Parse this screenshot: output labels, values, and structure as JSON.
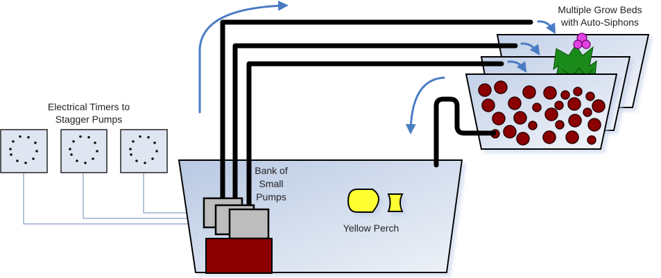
{
  "diagram": {
    "labels": {
      "timers_line1": "Electrical Timers to",
      "timers_line2": "Stagger Pumps",
      "pumps_line1": "Bank of",
      "pumps_line2": "Small",
      "pumps_line3": "Pumps",
      "fish": "Yellow Perch",
      "beds_line1": "Multiple Grow Beds",
      "beds_line2": "with Auto-Siphons"
    },
    "timer_count": 3,
    "pump_count": 3,
    "grow_bed_count": 3,
    "colors": {
      "tank_fill": "#c9d6ea",
      "pipe": "#000000",
      "flow_arrow": "#4a7cc4",
      "wire": "#6a86b8",
      "pump_gray": "#bdbdbd",
      "reservoir": "#8b0000",
      "fish": "#ffff33",
      "plant": "#1a8a1a",
      "flower": "#e040e0",
      "media": "#8b0000"
    }
  }
}
